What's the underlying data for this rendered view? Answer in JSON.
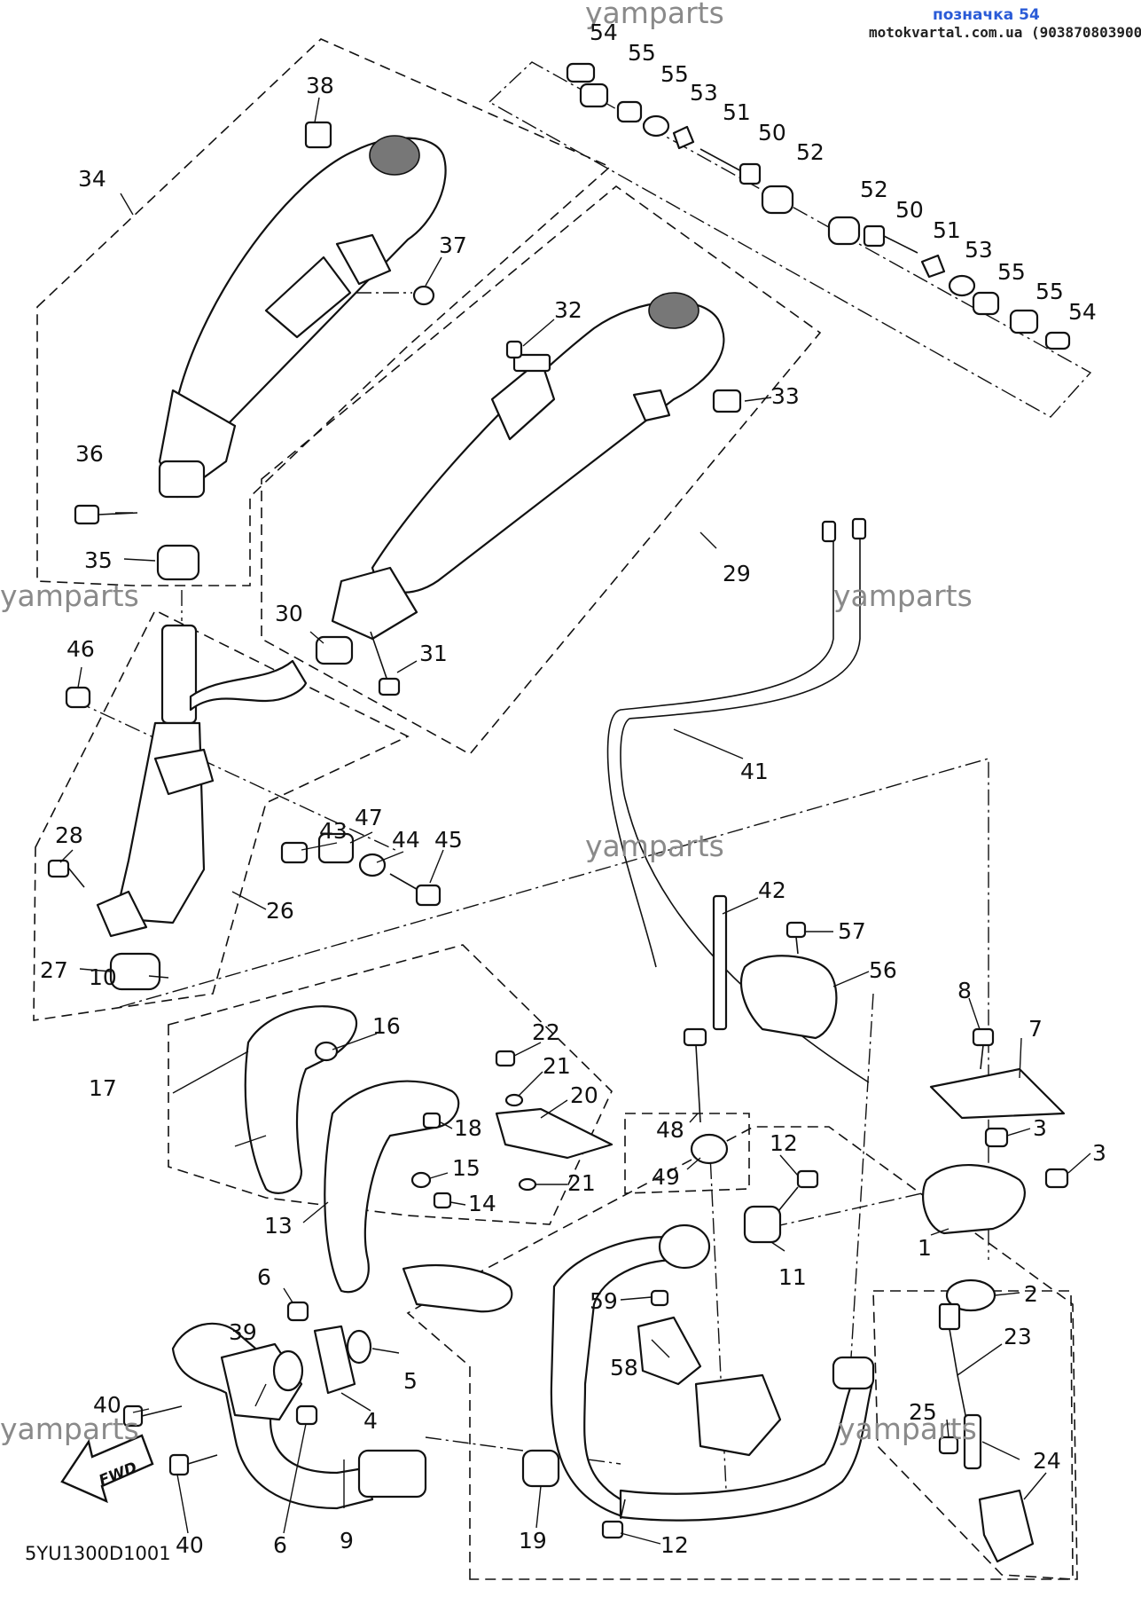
{
  "header": {
    "site_label": "yamparts",
    "page_tag": "позначка 54",
    "source_line": "motokvartal.com.ua (903870803900)"
  },
  "watermark": "yamparts",
  "diagram_code": "5YU1300D1001",
  "fwd_label": "FWD",
  "part_labels": {
    "p1": "1",
    "p2": "2",
    "p3a": "3",
    "p3b": "3",
    "p4": "4",
    "p5": "5",
    "p6a": "6",
    "p6b": "6",
    "p7": "7",
    "p8": "8",
    "p9": "9",
    "p10": "10",
    "p11": "11",
    "p12a": "12",
    "p12b": "12",
    "p13": "13",
    "p14": "14",
    "p15": "15",
    "p16": "16",
    "p17": "17",
    "p18": "18",
    "p19": "19",
    "p20": "20",
    "p21a": "21",
    "p21b": "21",
    "p22": "22",
    "p23": "23",
    "p24": "24",
    "p25": "25",
    "p26": "26",
    "p27": "27",
    "p28": "28",
    "p29": "29",
    "p30": "30",
    "p31": "31",
    "p32": "32",
    "p33": "33",
    "p34": "34",
    "p35": "35",
    "p36": "36",
    "p37": "37",
    "p38": "38",
    "p39": "39",
    "p40a": "40",
    "p40b": "40",
    "p41": "41",
    "p42": "42",
    "p43": "43",
    "p44": "44",
    "p45": "45",
    "p46": "46",
    "p47": "47",
    "p48": "48",
    "p49": "49",
    "p50a": "50",
    "p50b": "50",
    "p51a": "51",
    "p51b": "51",
    "p52a": "52",
    "p52b": "52",
    "p53a": "53",
    "p53b": "53",
    "p54a": "54",
    "p54b": "54",
    "p55a": "55",
    "p55b": "55",
    "p55c": "55",
    "p55d": "55",
    "p56": "56",
    "p57": "57",
    "p58": "58",
    "p59": "59"
  }
}
